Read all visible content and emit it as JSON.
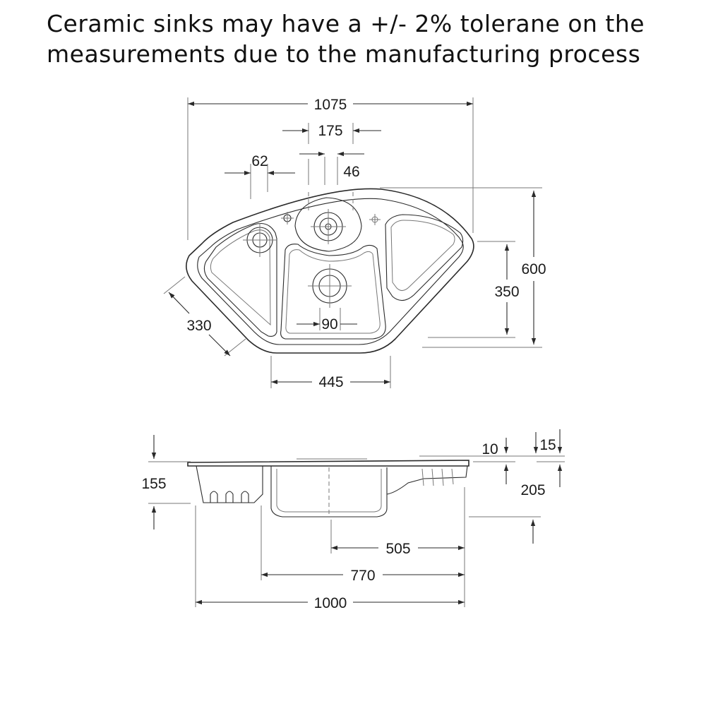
{
  "note": {
    "line1": "Ceramic sinks may have a +/- 2% tolerane on the",
    "line2": "measurements due to the manufacturing process"
  },
  "top_view": {
    "overall_width": "1075",
    "tap_spacing": "175",
    "waste_offset": "62",
    "tap_hole": "46",
    "overall_depth": "600",
    "bowl_depth": "350",
    "drainer_depth": "330",
    "bowl_width": "445",
    "waste_diameter": "90"
  },
  "side_view": {
    "height_total": "155",
    "rim_thickness": "10",
    "rim_edge": "15",
    "bowl_height": "205",
    "bowl_to_edge": "505",
    "drainer_to_edge": "770",
    "overall_length": "1000"
  },
  "colors": {
    "line": "#2a2a2a",
    "text": "#111111",
    "background": "#ffffff"
  }
}
